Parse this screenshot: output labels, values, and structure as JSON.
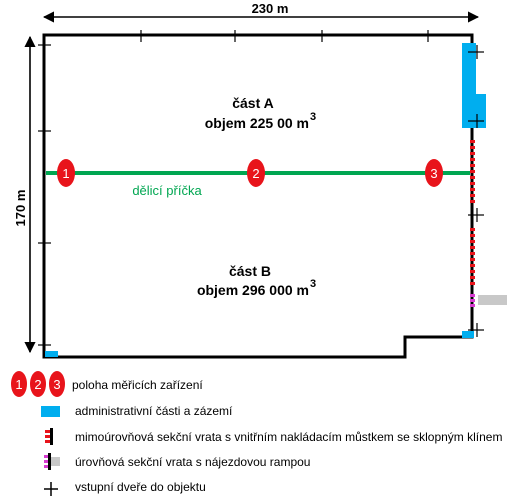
{
  "dimensions": {
    "width_label": "230 m",
    "height_label": "170 m"
  },
  "sections": {
    "a": {
      "name": "část A",
      "volume_prefix": "objem 225 00 m",
      "volume_exp": "3"
    },
    "b": {
      "name": "část B",
      "volume_prefix": "objem 296 000 m",
      "volume_exp": "3"
    }
  },
  "partition": {
    "label": "dělicí příčka",
    "color": "#00a651"
  },
  "measuring_points": [
    "1",
    "2",
    "3"
  ],
  "legend": {
    "measuring_points": "poloha měřicích zařízení",
    "admin": "administrativní části a zázemí",
    "dock_gates": "mimoúrovňová sekční vrata s vnitřním nakládacím můstkem se sklopným klínem",
    "ground_gates": "úrovňová sekční vrata s nájezdovou rampou",
    "entry_doors": "vstupní dveře do objektu"
  },
  "colors": {
    "wall": "#000000",
    "marker": "#e8141b",
    "admin": "#00aeef",
    "dock_gate": "#e8141b",
    "ground_gate": "#d63bd0",
    "ramp": "#c8c8c8"
  }
}
